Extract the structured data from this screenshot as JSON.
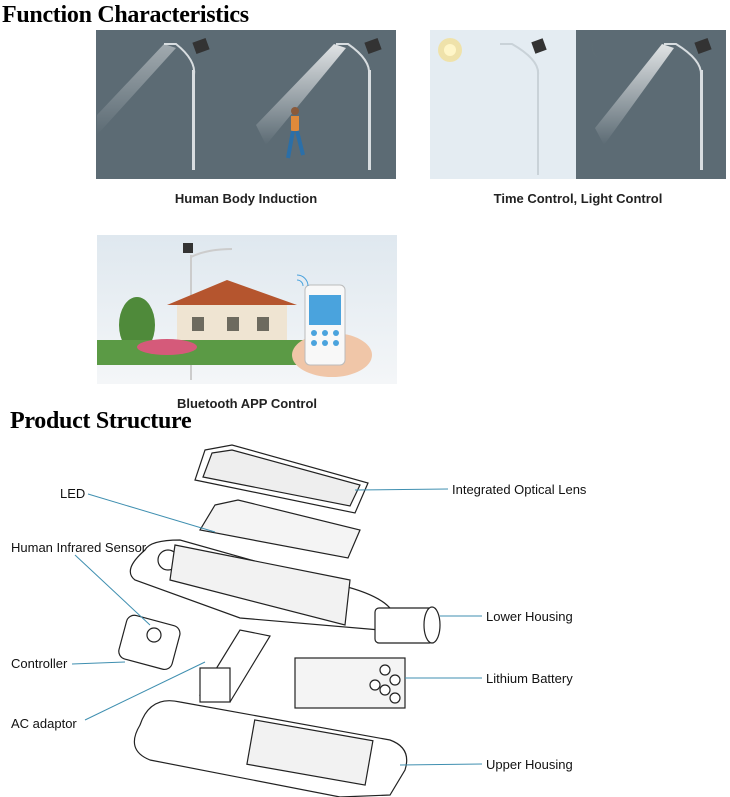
{
  "sections": {
    "function_title": "Function Characteristics",
    "structure_title": "Product Structure"
  },
  "features": [
    {
      "caption": "Human Body Induction"
    },
    {
      "caption": "Time Control, Light Control"
    },
    {
      "caption": "Bluetooth APP Control"
    }
  ],
  "parts": {
    "led": "LED",
    "lens": "Integrated Optical Lens",
    "sensor": "Human Infrared Sensor",
    "lower_housing": "Lower Housing",
    "controller": "Controller",
    "battery": "Lithium Battery",
    "adaptor": "AC adaptor",
    "upper_housing": "Upper Housing"
  },
  "colors": {
    "night_bg": "#5c6b74",
    "day_bg": "#e4ecf2",
    "leader_line": "#3f8fb0"
  }
}
